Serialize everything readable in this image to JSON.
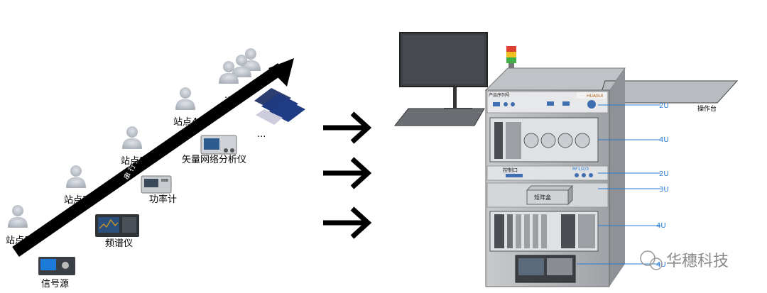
{
  "left": {
    "arrow_text": "串行测试效率低",
    "stations": [
      "站点1",
      "站点2",
      "站点3",
      "站点4"
    ],
    "instruments": [
      "信号源",
      "频谱仪",
      "功率计",
      "矢量网络分析仪"
    ],
    "ellipsis": "..."
  },
  "rack": {
    "header_label": "产品序列号",
    "brand": "HUASUI",
    "control_port": "控制口",
    "switch_box": "矩阵盒",
    "rf_label": "RF1/2/3",
    "side_label": "操作台",
    "u_labels": [
      "2U",
      "4U",
      "2U",
      "3U",
      "4U",
      "4U"
    ]
  },
  "watermark": "华穗科技"
}
